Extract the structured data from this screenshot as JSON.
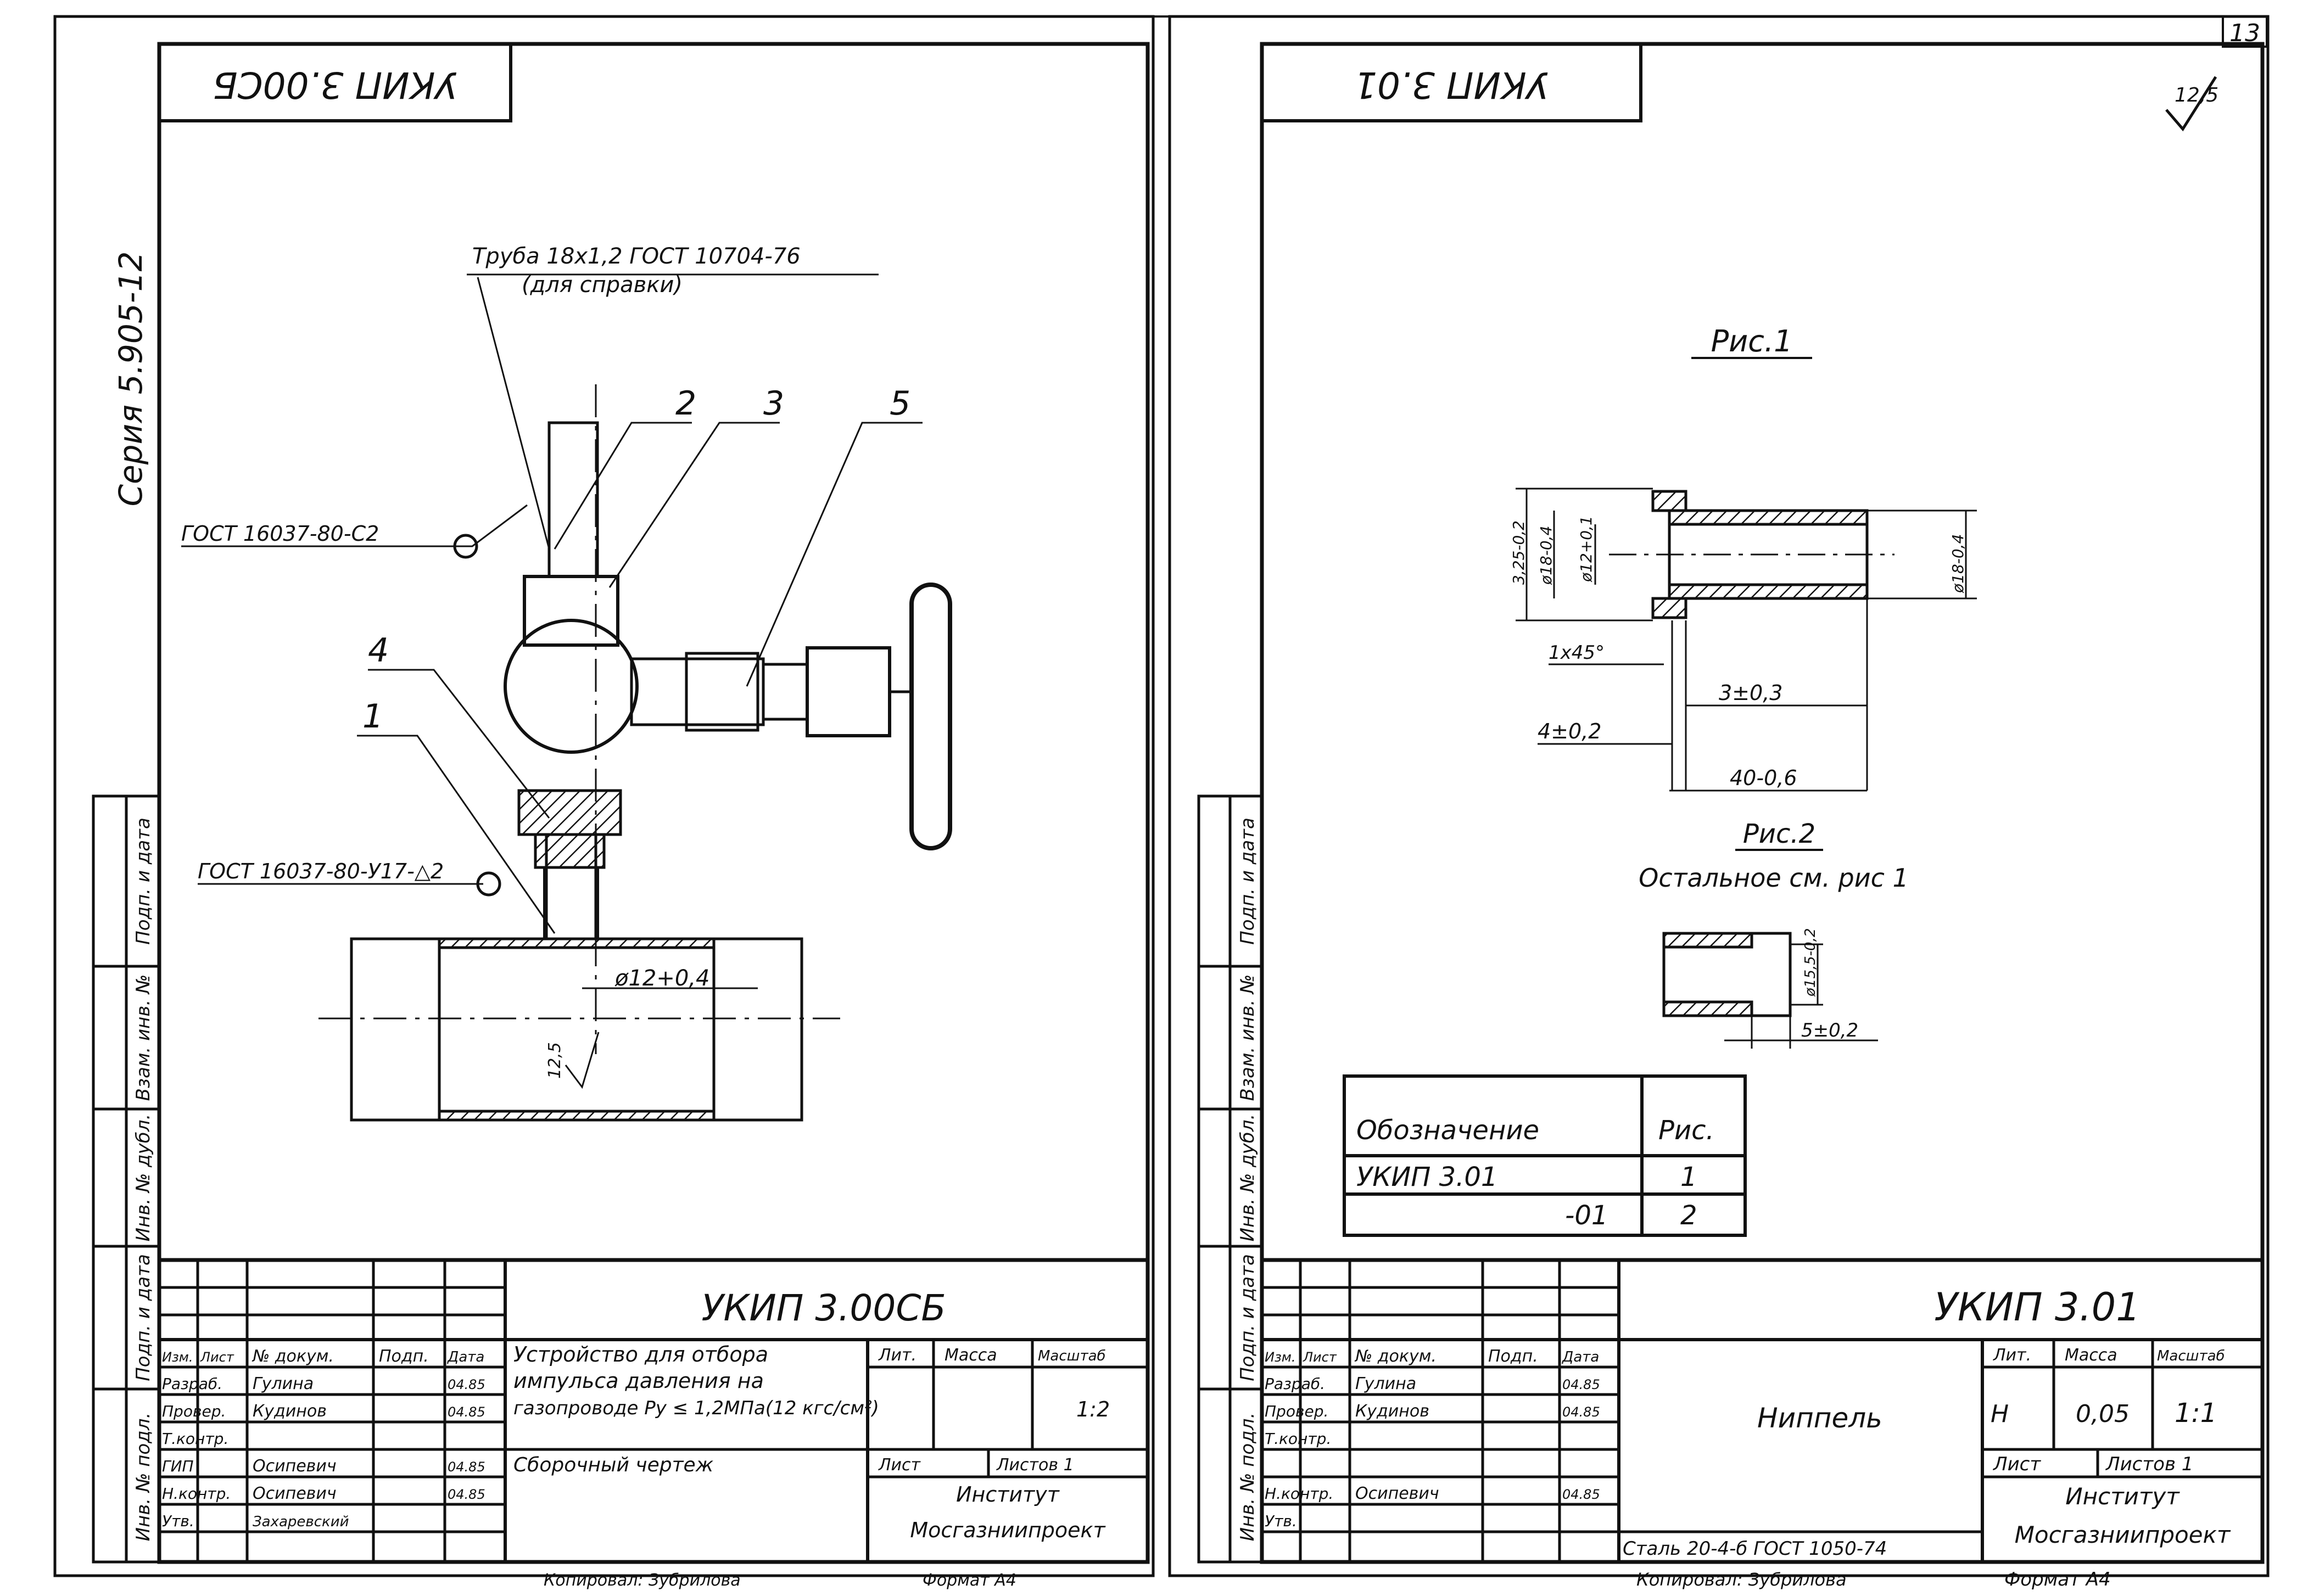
{
  "page_number": "13",
  "series": "Серия 5.905-12",
  "left_sheet": {
    "stamp_rotated": "УКИП 3.00СБ",
    "note_pipe_line1": "Труба 18х1,2 ГОСТ 10704-76",
    "note_pipe_line2": "(для справки)",
    "weld_note_top": "ГОСТ 16037-80-С2",
    "weld_note_bottom": "ГОСТ 16037-80-У17-△2",
    "callouts": [
      "2",
      "3",
      "5",
      "4",
      "1"
    ],
    "diameter_label": "ø12+0,4",
    "roughness_label": "12,5",
    "side_labels": [
      "Подп. и дата",
      "Взам. инв. №",
      "Инв. № дубл.",
      "Подп. и дата",
      "Инв. № подл."
    ],
    "title_block": {
      "designation": "УКИП 3.00СБ",
      "name_line1": "Устройство для отбора",
      "name_line2": "импульса давления на",
      "name_line3": "газопроводе Ру ≤ 1,2МПа(12 кгс/см²)",
      "doc_type": "Сборочный чертеж",
      "col_headers": [
        "Изм.",
        "Лист",
        "№ докум.",
        "Подп.",
        "Дата"
      ],
      "roles": [
        "Разраб.",
        "Провер.",
        "Т.контр.",
        "ГИП",
        "Н.контр.",
        "Утв."
      ],
      "names": [
        "Гулина",
        "Кудинов",
        "",
        "Осипевич",
        "Осипевич",
        "Захаревский"
      ],
      "dates": [
        "04.85",
        "04.85",
        "",
        "04.85",
        "04.85",
        ""
      ],
      "lit_label": "Лит.",
      "mass_label": "Масса",
      "scale_label": "Масштаб",
      "scale_value": "1:2",
      "sheet_label": "Лист",
      "sheets_label": "Листов 1",
      "org_line1": "Институт",
      "org_line2": "Мосгазниипроект",
      "copied": "Копировал: Зубрилова",
      "format": "Формат А4"
    }
  },
  "right_sheet": {
    "stamp_rotated": "УКИП 3.01",
    "roughness_corner": "12,5",
    "fig1_label": "Рис.1",
    "fig2_label": "Рис.2",
    "fig2_note": "Остальное см. рис 1",
    "dims": [
      "ø18-0,4",
      "ø12+0,1",
      "3,25-0,2",
      "ø18-0,4",
      "1х45°",
      "3±0,3",
      "4±0,2",
      "40-0,6",
      "ø15,5-0,2",
      "5±0,2"
    ],
    "table": {
      "headers": [
        "Обозначение",
        "Рис."
      ],
      "rows": [
        [
          "УКИП 3.01",
          "1"
        ],
        [
          "-01",
          "2"
        ]
      ]
    },
    "side_labels": [
      "Подп. и дата",
      "Взам. инв. №",
      "Инв. № дубл.",
      "Подп. и дата",
      "Инв. № подл."
    ],
    "title_block": {
      "designation": "УКИП 3.01",
      "name": "Ниппель",
      "material": "Сталь 20-4-б ГОСТ 1050-74",
      "col_headers": [
        "Изм.",
        "Лист",
        "№ докум.",
        "Подп.",
        "Дата"
      ],
      "roles": [
        "Разраб.",
        "Провер.",
        "Т.контр.",
        "Н.контр.",
        "Утв."
      ],
      "names": [
        "Гулина",
        "Кудинов",
        "",
        "Осипевич",
        ""
      ],
      "dates": [
        "04.85",
        "04.85",
        "",
        "04.85",
        ""
      ],
      "lit_label": "Лит.",
      "lit_value": "Н",
      "mass_label": "Масса",
      "mass_value": "0,05",
      "scale_label": "Масштаб",
      "scale_value": "1:1",
      "sheet_label": "Лист",
      "sheets_label": "Листов 1",
      "org_line1": "Институт",
      "org_line2": "Мосгазниипроект",
      "copied": "Копировал: Зубрилова",
      "format": "Формат А4"
    }
  }
}
